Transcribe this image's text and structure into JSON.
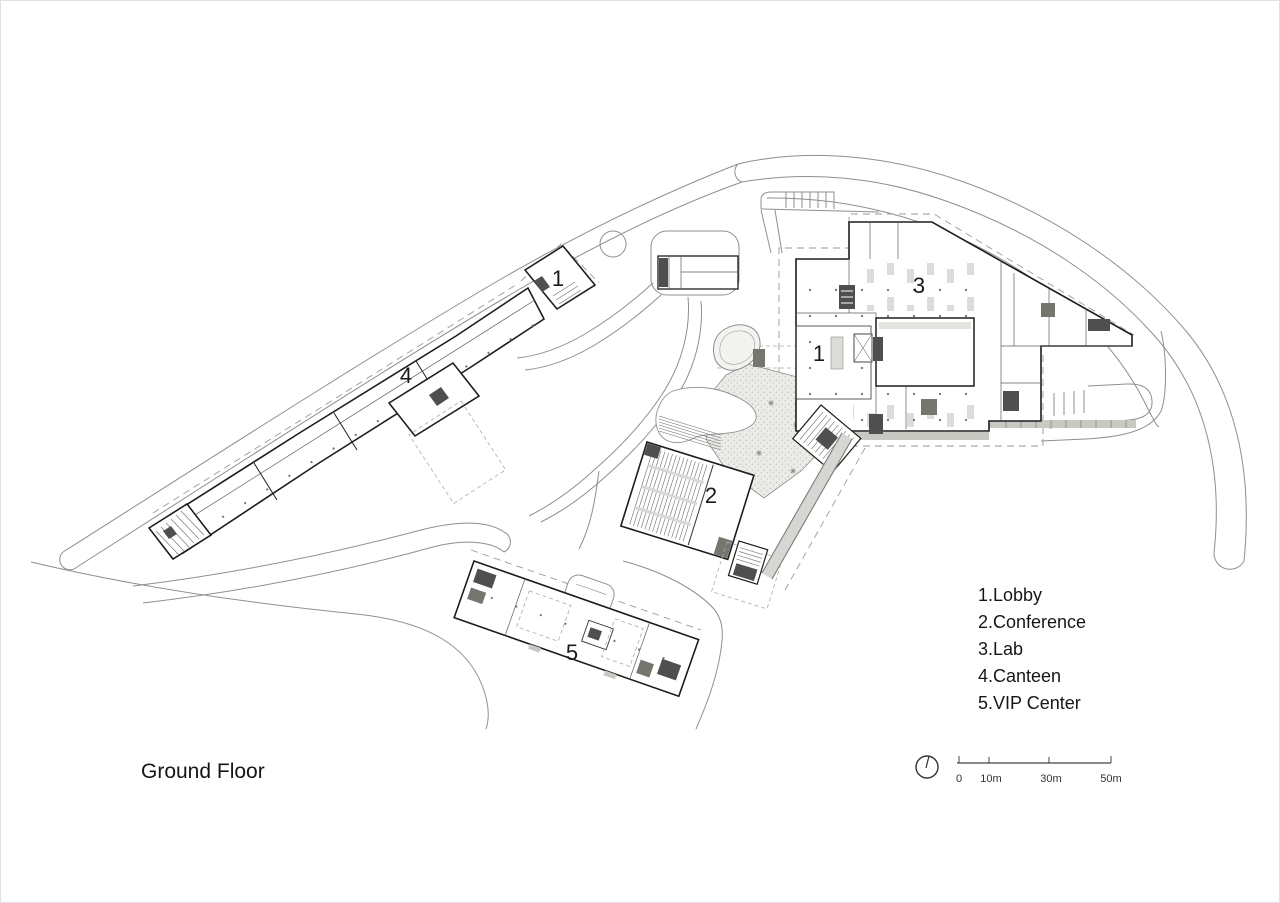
{
  "drawing": {
    "title": "Ground Floor",
    "legend": [
      "1.Lobby",
      "2.Conference",
      "3.Lab",
      "4.Canteen",
      "5.VIP Center"
    ],
    "labels": {
      "lobby_main": "1",
      "lobby_wing": "1",
      "conference": "2",
      "lab": "3",
      "canteen": "4",
      "vip_center": "5"
    },
    "scale": {
      "ticks": [
        "0",
        "10m",
        "30m",
        "50m"
      ]
    },
    "icons": {
      "north": "north-arrow-icon"
    },
    "colors": {
      "paper": "#ffffff",
      "wall": "#1d1d1d",
      "road": "#8f8f8f",
      "plaza": "#ebebe8",
      "core": "#4f4f4f"
    }
  }
}
